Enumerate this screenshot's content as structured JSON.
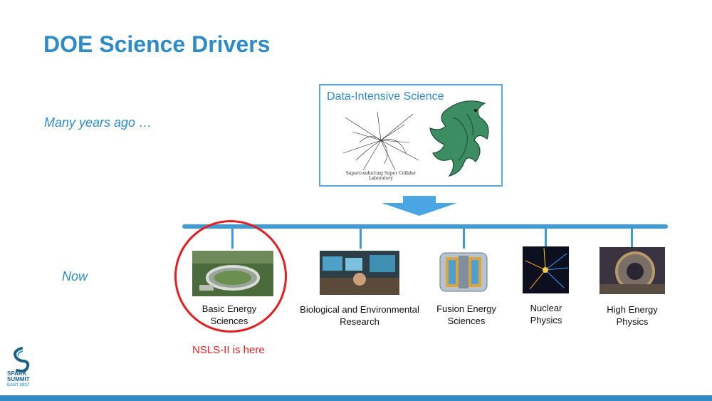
{
  "slide": {
    "title": "DOE Science Drivers",
    "subtitle": "Many years ago …",
    "now_label": "Now"
  },
  "data_intensive": {
    "title": "Data-Intensive Science",
    "ssc_caption_line1": "Superconducting Super Collider",
    "ssc_caption_line2": "Laboratory"
  },
  "offices": [
    {
      "line1": "Basic Energy",
      "line2": "Sciences",
      "image": "nsls-ii-aerial-photo"
    },
    {
      "line1": "Biological and Environmental",
      "line2": "Research",
      "image": "computing-lab-photo"
    },
    {
      "line1": "Fusion Energy",
      "line2": "Sciences",
      "image": "fusion-reactor-cutaway"
    },
    {
      "line1": "Nuclear",
      "line2": "Physics",
      "image": "particle-collision-event"
    },
    {
      "line1": "High Energy",
      "line2": "Physics",
      "image": "detector-ring-photo"
    }
  ],
  "highlight": {
    "note": "NSLS-II is here",
    "color": "#e02020"
  },
  "logo": {
    "line1": "SPARK",
    "line2": "SUMMIT",
    "line3": "EAST 2017"
  },
  "colors": {
    "accent": "#2e8bc7",
    "timeline": "#3f9bd6"
  }
}
